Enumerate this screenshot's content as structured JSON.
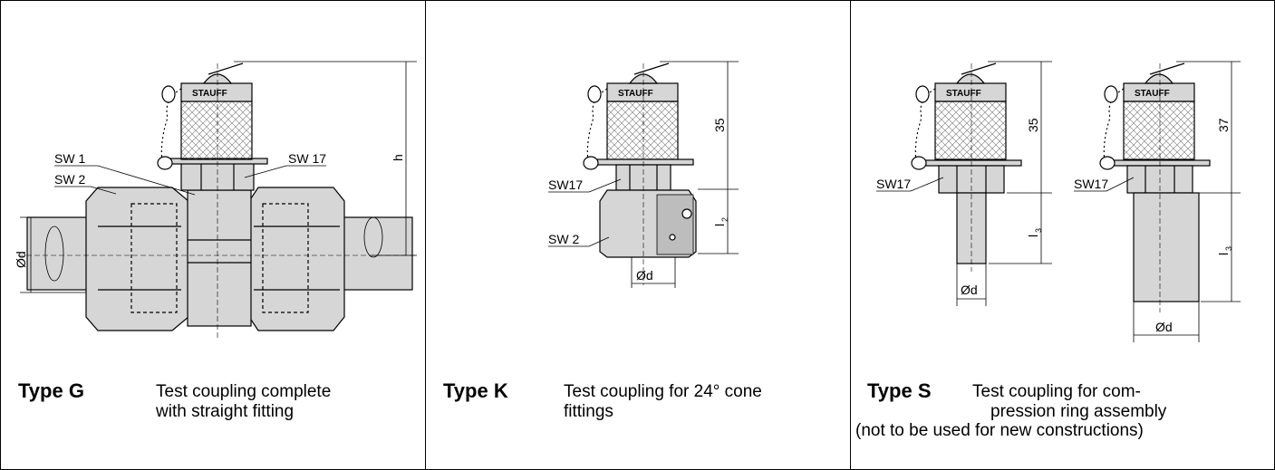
{
  "brand": "STAUFF",
  "panels": [
    {
      "type": "Type G",
      "desc_line1": "Test coupling complete",
      "desc_line2": "with straight fitting",
      "labels": {
        "sw1": "SW 1",
        "sw2": "SW 2",
        "sw17": "SW 17",
        "h": "h",
        "d": "Ød"
      }
    },
    {
      "type": "Type K",
      "desc_line1": "Test coupling for 24° cone",
      "desc_line2": "fittings",
      "labels": {
        "sw17": "SW17",
        "sw2": "SW 2",
        "dim35": "35",
        "l2": "l",
        "l2_sub": "2",
        "d": "Ød"
      }
    },
    {
      "type": "Type S",
      "desc_line1": "Test coupling for com-",
      "desc_line2": "pression ring assembly",
      "note": "(not to be used for new constructions)",
      "labels": {
        "sw17_a": "SW17",
        "dim35": "35",
        "l3_a": "l",
        "l3_a_sub": "3",
        "d_a": "Ød",
        "sw17_b": "SW17",
        "dim37": "37",
        "l3_b": "l",
        "l3_b_sub": "3",
        "d_b": "Ød"
      }
    }
  ]
}
